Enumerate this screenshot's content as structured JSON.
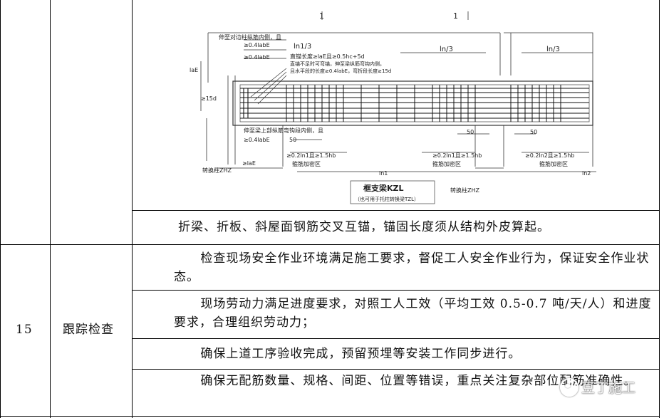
{
  "drawing": {
    "marker_left": "1",
    "marker_right": "1",
    "lbl_into_col": "伸至对边柱纵筋内侧，且",
    "lbl_04lab_top": "≥0.4labE",
    "lbl_04lab_mid": "≥0.4labE",
    "lbl_ln1_3": "ln1/3",
    "lbl_ln_3_a": "ln/3",
    "lbl_ln_3_b": "ln/3",
    "lbl_straight_1": "直锚长度≥laE且≥0.5hc+5d",
    "lbl_straight_2": "直锚不足时可弯锚，伸至梁纵筋弯钩内侧，",
    "lbl_straight_3": "且水平段的长度≥0.4labE，弯折段长度≥15d",
    "lbl_laE": "laE",
    "lbl_15d": "≥15d",
    "lbl_bottom_1": "伸至梁上部纵筋弯钩段内侧，且",
    "lbl_bottom_2": "≥0.4labE",
    "lbl_50_a": "50",
    "lbl_50_b": "50",
    "lbl_50_c": "50",
    "lbl_laE_bottom": "≥laE",
    "lbl_dense_1": "≥0.2ln1且≥1.5hb",
    "lbl_dense_2": "≥0.2ln1且≥1.5hb",
    "lbl_dense_3": "≥0.2ln2且≥1.5hb",
    "lbl_dense_zone_1": "箍筋加密区",
    "lbl_dense_zone_2": "箍筋加密区",
    "lbl_dense_zone_3": "箍筋加密区",
    "lbl_ln1": "ln1",
    "lbl_ln2": "ln2",
    "lbl_col_left": "转换柱ZHZ",
    "lbl_col_mid": "转换柱ZHZ",
    "lbl_beam_title": "框支梁KZL",
    "lbl_beam_sub": "（也可用于托柱转换梁TZL）"
  },
  "row_prev": {
    "note": "折梁、折板、斜屋面钢筋交叉互锚，锚固长度须从结构外皮算起。"
  },
  "row_15": {
    "number": "15",
    "title": "跟踪检查",
    "items": [
      "检查现场安全作业环境满足施工要求，督促工人安全作业行为，保证安全作业状态。",
      "现场劳动力满足进度要求，对照工人工效（平均工效 0.5-0.7 吨/天/人）和进度要求，合理组织劳动力；",
      "确保上道工序验收完成，预留预埋等安装工作同步进行。",
      "确保无配筋数量、规格、间距、位置等错误，重点关注复杂部位配筋准确性。"
    ]
  },
  "watermark": {
    "text": "豆丁施工",
    "icon": "chat-bubble-icon"
  }
}
